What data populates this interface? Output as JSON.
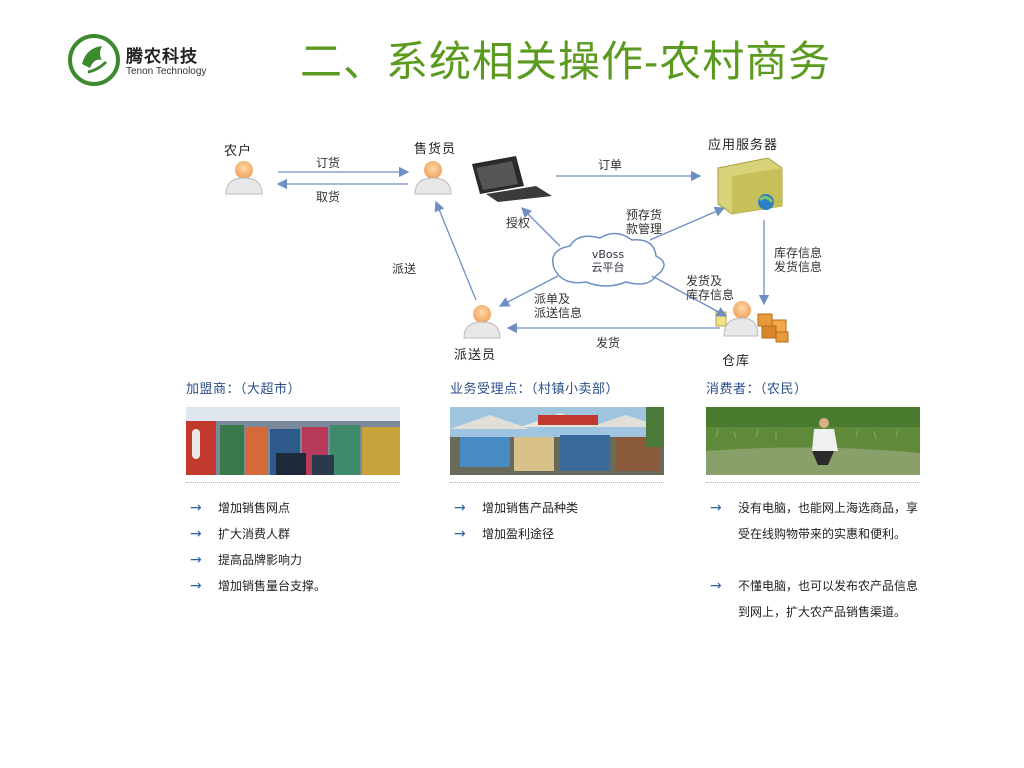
{
  "header": {
    "logo_cn": "腾农科技",
    "logo_en": "Tenon Technology",
    "title": "二、系统相关操作-农村商务"
  },
  "diagram": {
    "nodes": {
      "farmer": "农户",
      "salesperson": "售货员",
      "server": "应用服务器",
      "deliverer": "派送员",
      "warehouse": "仓库",
      "cloud": [
        "vBoss",
        "云平台"
      ]
    },
    "edges": {
      "order_goods": "订货",
      "pickup": "取货",
      "order": "订单",
      "authorize": "授权",
      "deposit": [
        "预存货",
        "款管理"
      ],
      "inventory_info": [
        "库存信息",
        "发货信息"
      ],
      "dispatch": "派送",
      "dispatch_info": [
        "派单及",
        "派送信息"
      ],
      "ship_stock": [
        "发货及",
        "库存信息"
      ],
      "ship": "发货"
    }
  },
  "columns": [
    {
      "heading": "加盟商：（大超市）",
      "items": [
        "增加销售网点",
        "扩大消费人群",
        "提高品牌影响力",
        "增加销售量台支撑。"
      ]
    },
    {
      "heading": "业务受理点：（村镇小卖部）",
      "items": [
        "增加销售产品种类",
        "增加盈利途径"
      ]
    },
    {
      "heading": "消费者：（农民）",
      "items": [
        "没有电脑，也能网上海选商品，享受在线购物带来的实惠和便利。",
        "不懂电脑，也可以发布农产品信息到网上，扩大农产品销售渠道。"
      ]
    }
  ],
  "colors": {
    "title": "#5a9a1e",
    "arrow": "#6f8fc4",
    "heading": "#2a4f8a"
  }
}
